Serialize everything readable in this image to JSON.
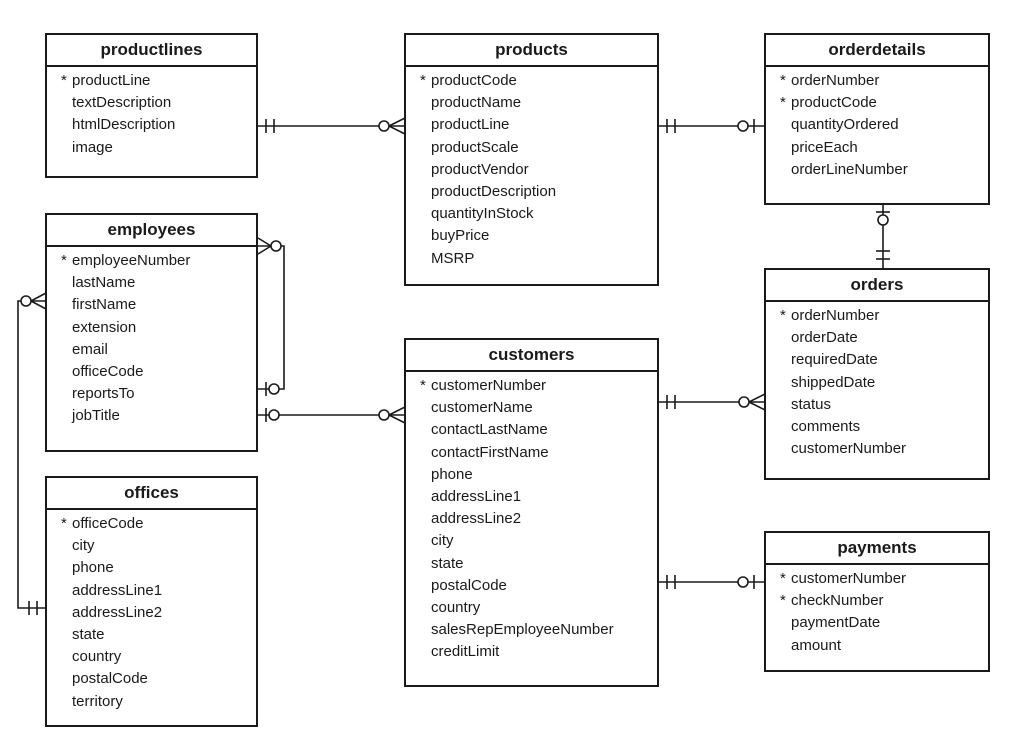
{
  "entities": {
    "productlines": {
      "title": "productlines",
      "fields": [
        "productLine",
        "textDescription",
        "htmlDescription",
        "image"
      ],
      "pk": [
        0
      ]
    },
    "products": {
      "title": "products",
      "fields": [
        "productCode",
        "productName",
        "productLine",
        "productScale",
        "productVendor",
        "productDescription",
        "quantityInStock",
        "buyPrice",
        "MSRP"
      ],
      "pk": [
        0
      ]
    },
    "orderdetails": {
      "title": "orderdetails",
      "fields": [
        "orderNumber",
        "productCode",
        "quantityOrdered",
        "priceEach",
        "orderLineNumber"
      ],
      "pk": [
        0,
        1
      ]
    },
    "employees": {
      "title": "employees",
      "fields": [
        "employeeNumber",
        "lastName",
        "firstName",
        "extension",
        "email",
        "officeCode",
        "reportsTo",
        "jobTitle"
      ],
      "pk": [
        0
      ]
    },
    "orders": {
      "title": "orders",
      "fields": [
        "orderNumber",
        "orderDate",
        "requiredDate",
        "shippedDate",
        "status",
        "comments",
        "customerNumber"
      ],
      "pk": [
        0
      ]
    },
    "customers": {
      "title": "customers",
      "fields": [
        "customerNumber",
        "customerName",
        "contactLastName",
        "contactFirstName",
        "phone",
        "addressLine1",
        "addressLine2",
        "city",
        "state",
        "postalCode",
        "country",
        "salesRepEmployeeNumber",
        "creditLimit"
      ],
      "pk": [
        0
      ]
    },
    "offices": {
      "title": "offices",
      "fields": [
        "officeCode",
        "city",
        "phone",
        "addressLine1",
        "addressLine2",
        "state",
        "country",
        "postalCode",
        "territory"
      ],
      "pk": [
        0
      ]
    },
    "payments": {
      "title": "payments",
      "fields": [
        "customerNumber",
        "checkNumber",
        "paymentDate",
        "amount"
      ],
      "pk": [
        0,
        1
      ]
    }
  },
  "pk_marker": "*",
  "relationships": [
    {
      "from": "productlines",
      "to": "products",
      "from_card": "exactly-one",
      "to_card": "zero-or-many"
    },
    {
      "from": "products",
      "to": "orderdetails",
      "from_card": "exactly-one",
      "to_card": "zero-or-one"
    },
    {
      "from": "orderdetails",
      "to": "orders",
      "from_card": "zero-or-one",
      "to_card": "exactly-one"
    },
    {
      "from": "employees",
      "to": "employees",
      "from_card": "zero-or-many",
      "to_card": "zero-or-one"
    },
    {
      "from": "employees",
      "to": "customers",
      "from_card": "zero-or-one",
      "to_card": "zero-or-many"
    },
    {
      "from": "offices",
      "to": "employees",
      "from_card": "exactly-one",
      "to_card": "zero-or-many"
    },
    {
      "from": "customers",
      "to": "orders",
      "from_card": "exactly-one",
      "to_card": "zero-or-many"
    },
    {
      "from": "customers",
      "to": "payments",
      "from_card": "exactly-one",
      "to_card": "zero-or-one"
    }
  ],
  "colors": {
    "line": "#1a1a1a",
    "background": "#ffffff"
  }
}
